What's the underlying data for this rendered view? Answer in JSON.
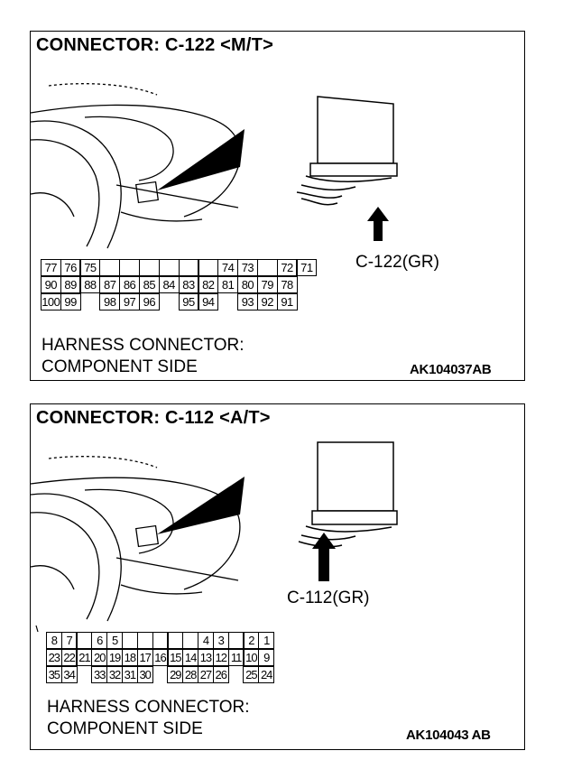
{
  "panels": [
    {
      "title": "CONNECTOR: C-122 <M/T>",
      "connector_name": "C-122(GR)",
      "harness_line1": "HARNESS CONNECTOR:",
      "harness_line2": "COMPONENT SIDE",
      "code": "AK104037AB",
      "pin_rows": [
        [
          "77",
          "76",
          "75",
          "",
          "",
          "",
          "",
          "",
          "",
          "74",
          "73",
          "",
          "72",
          "71"
        ],
        [
          "90",
          "89",
          "88",
          "87",
          "86",
          "85",
          "84",
          "83",
          "82",
          "81",
          "80",
          "79",
          "78"
        ],
        [
          "100",
          "99",
          "",
          "98",
          "97",
          "96",
          "",
          "95",
          "94",
          "",
          "93",
          "92",
          "91"
        ]
      ]
    },
    {
      "title": "CONNECTOR: C-112 <A/T>",
      "connector_name": "C-112(GR)",
      "harness_line1": "HARNESS CONNECTOR:",
      "harness_line2": "COMPONENT SIDE",
      "code": "AK104043 AB",
      "pin_rows": [
        [
          "8",
          "7",
          "",
          "6",
          "5",
          "",
          "",
          "",
          "",
          "",
          "4",
          "3",
          "",
          "2",
          "1"
        ],
        [
          "23",
          "22",
          "21",
          "20",
          "19",
          "18",
          "17",
          "16",
          "15",
          "14",
          "13",
          "12",
          "11",
          "10",
          "9"
        ],
        [
          "35",
          "34",
          "",
          "33",
          "32",
          "31",
          "30",
          "",
          "29",
          "28",
          "27",
          "26",
          "",
          "25",
          "24"
        ]
      ]
    }
  ],
  "icons": [
    "dashboard-illustration",
    "ecu-unit-icon",
    "arrow-up-icon",
    "pointer-wedge-icon"
  ]
}
